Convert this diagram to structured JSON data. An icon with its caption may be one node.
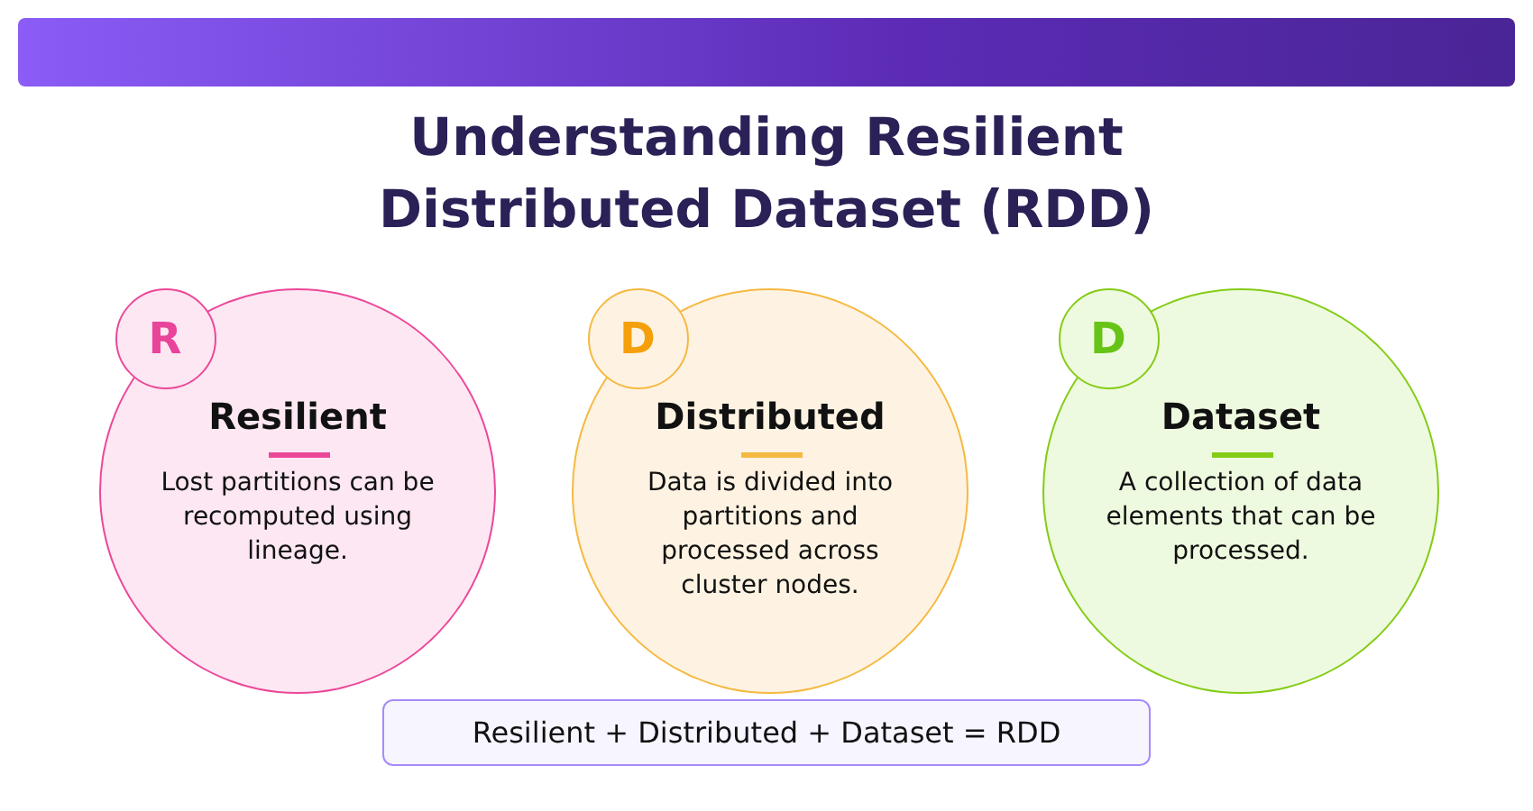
{
  "diagram": {
    "title": "Understanding Resilient Distributed Dataset (RDD)",
    "nodes": [
      {
        "text": [
          "R"
        ],
        "in": 1
      },
      {
        "text": [
          "Resilient",
          "Lost partitions can be recomputed using lineage."
        ]
      },
      {
        "text": [
          "D"
        ],
        "in": 3
      },
      {
        "text": [
          "Distributed",
          "Data is divided into partitions and processed across cluster nodes."
        ]
      },
      {
        "text": [
          "D"
        ],
        "in": 5
      },
      {
        "text": [
          "Dataset",
          "A collection of data elements that can be processed."
        ]
      },
      {
        "text": [
          "Resilient + Distributed + Dataset = RDD"
        ]
      }
    ]
  }
}
